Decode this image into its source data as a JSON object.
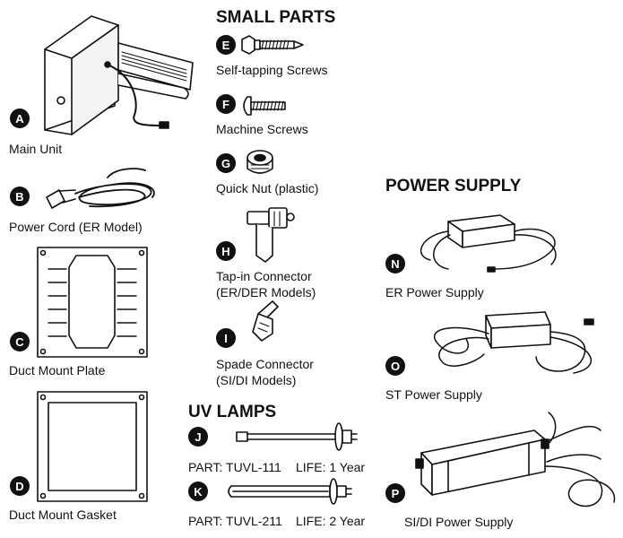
{
  "headings": {
    "small_parts": "SMALL PARTS",
    "power_supply": "POWER SUPPLY",
    "uv_lamps": "UV LAMPS"
  },
  "parts": {
    "A": {
      "letter": "A",
      "label": "Main Unit"
    },
    "B": {
      "letter": "B",
      "label": "Power Cord (ER Model)"
    },
    "C": {
      "letter": "C",
      "label": "Duct Mount Plate"
    },
    "D": {
      "letter": "D",
      "label": "Duct Mount Gasket"
    },
    "E": {
      "letter": "E",
      "label": "Self-tapping Screws"
    },
    "F": {
      "letter": "F",
      "label": "Machine Screws"
    },
    "G": {
      "letter": "G",
      "label": "Quick Nut (plastic)"
    },
    "H": {
      "letter": "H",
      "label_line1": "Tap-in Connector",
      "label_line2": "(ER/DER Models)"
    },
    "I": {
      "letter": "I",
      "label_line1": "Spade Connector",
      "label_line2": "(SI/DI Models)"
    },
    "J": {
      "letter": "J",
      "part": "PART: TUVL-111",
      "life": "LIFE: 1 Year"
    },
    "K": {
      "letter": "K",
      "part": "PART: TUVL-211",
      "life": "LIFE: 2 Year"
    },
    "N": {
      "letter": "N",
      "label": "ER Power Supply"
    },
    "O": {
      "letter": "O",
      "label": "ST Power Supply"
    },
    "P": {
      "letter": "P",
      "label": "SI/DI Power Supply"
    }
  }
}
